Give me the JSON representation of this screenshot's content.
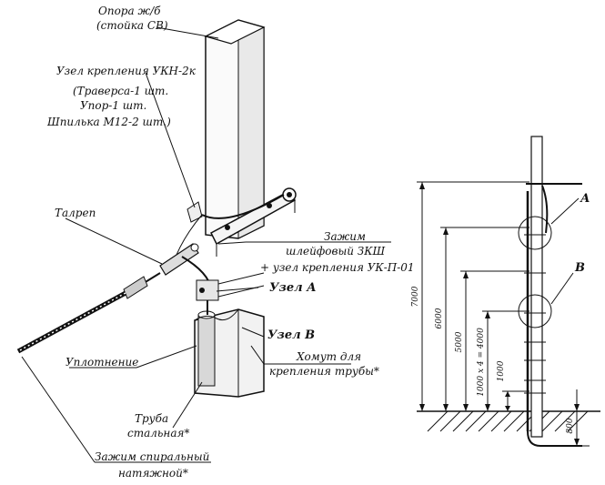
{
  "labels": {
    "support_line1": "Опора ж/б",
    "support_line2": "(стойка СВ)",
    "mount_line1": "Узел крепления УКН-2к",
    "mount_line2": "(Траверса-1 шт.",
    "mount_line3": "Упор-1 шт.",
    "mount_line4": "Шпилька М12-2 шт.)",
    "turnbuckle": "Талреп",
    "clamp_line1": "Зажим",
    "clamp_line2": "шлейфовый ЗКШ",
    "clamp_line3": "+ узел крепления УК-П-01",
    "node_a": "Узел А",
    "node_b": "Узел В",
    "collar_line1": "Хомут для",
    "collar_line2": "крепления трубы*",
    "seal": "Уплотнение",
    "pipe_line1": "Труба",
    "pipe_line2": "стальная*",
    "spiral_line1": "Зажим спиральный",
    "spiral_line2": "натяжной*"
  },
  "side_view": {
    "label_a": "А",
    "label_b": "В",
    "dim_7000": "7000",
    "dim_6000": "6000",
    "dim_5000": "5000",
    "dim_1000x4": "1000 х 4 = 4000",
    "dim_1000": "1000",
    "dim_800": "800"
  }
}
